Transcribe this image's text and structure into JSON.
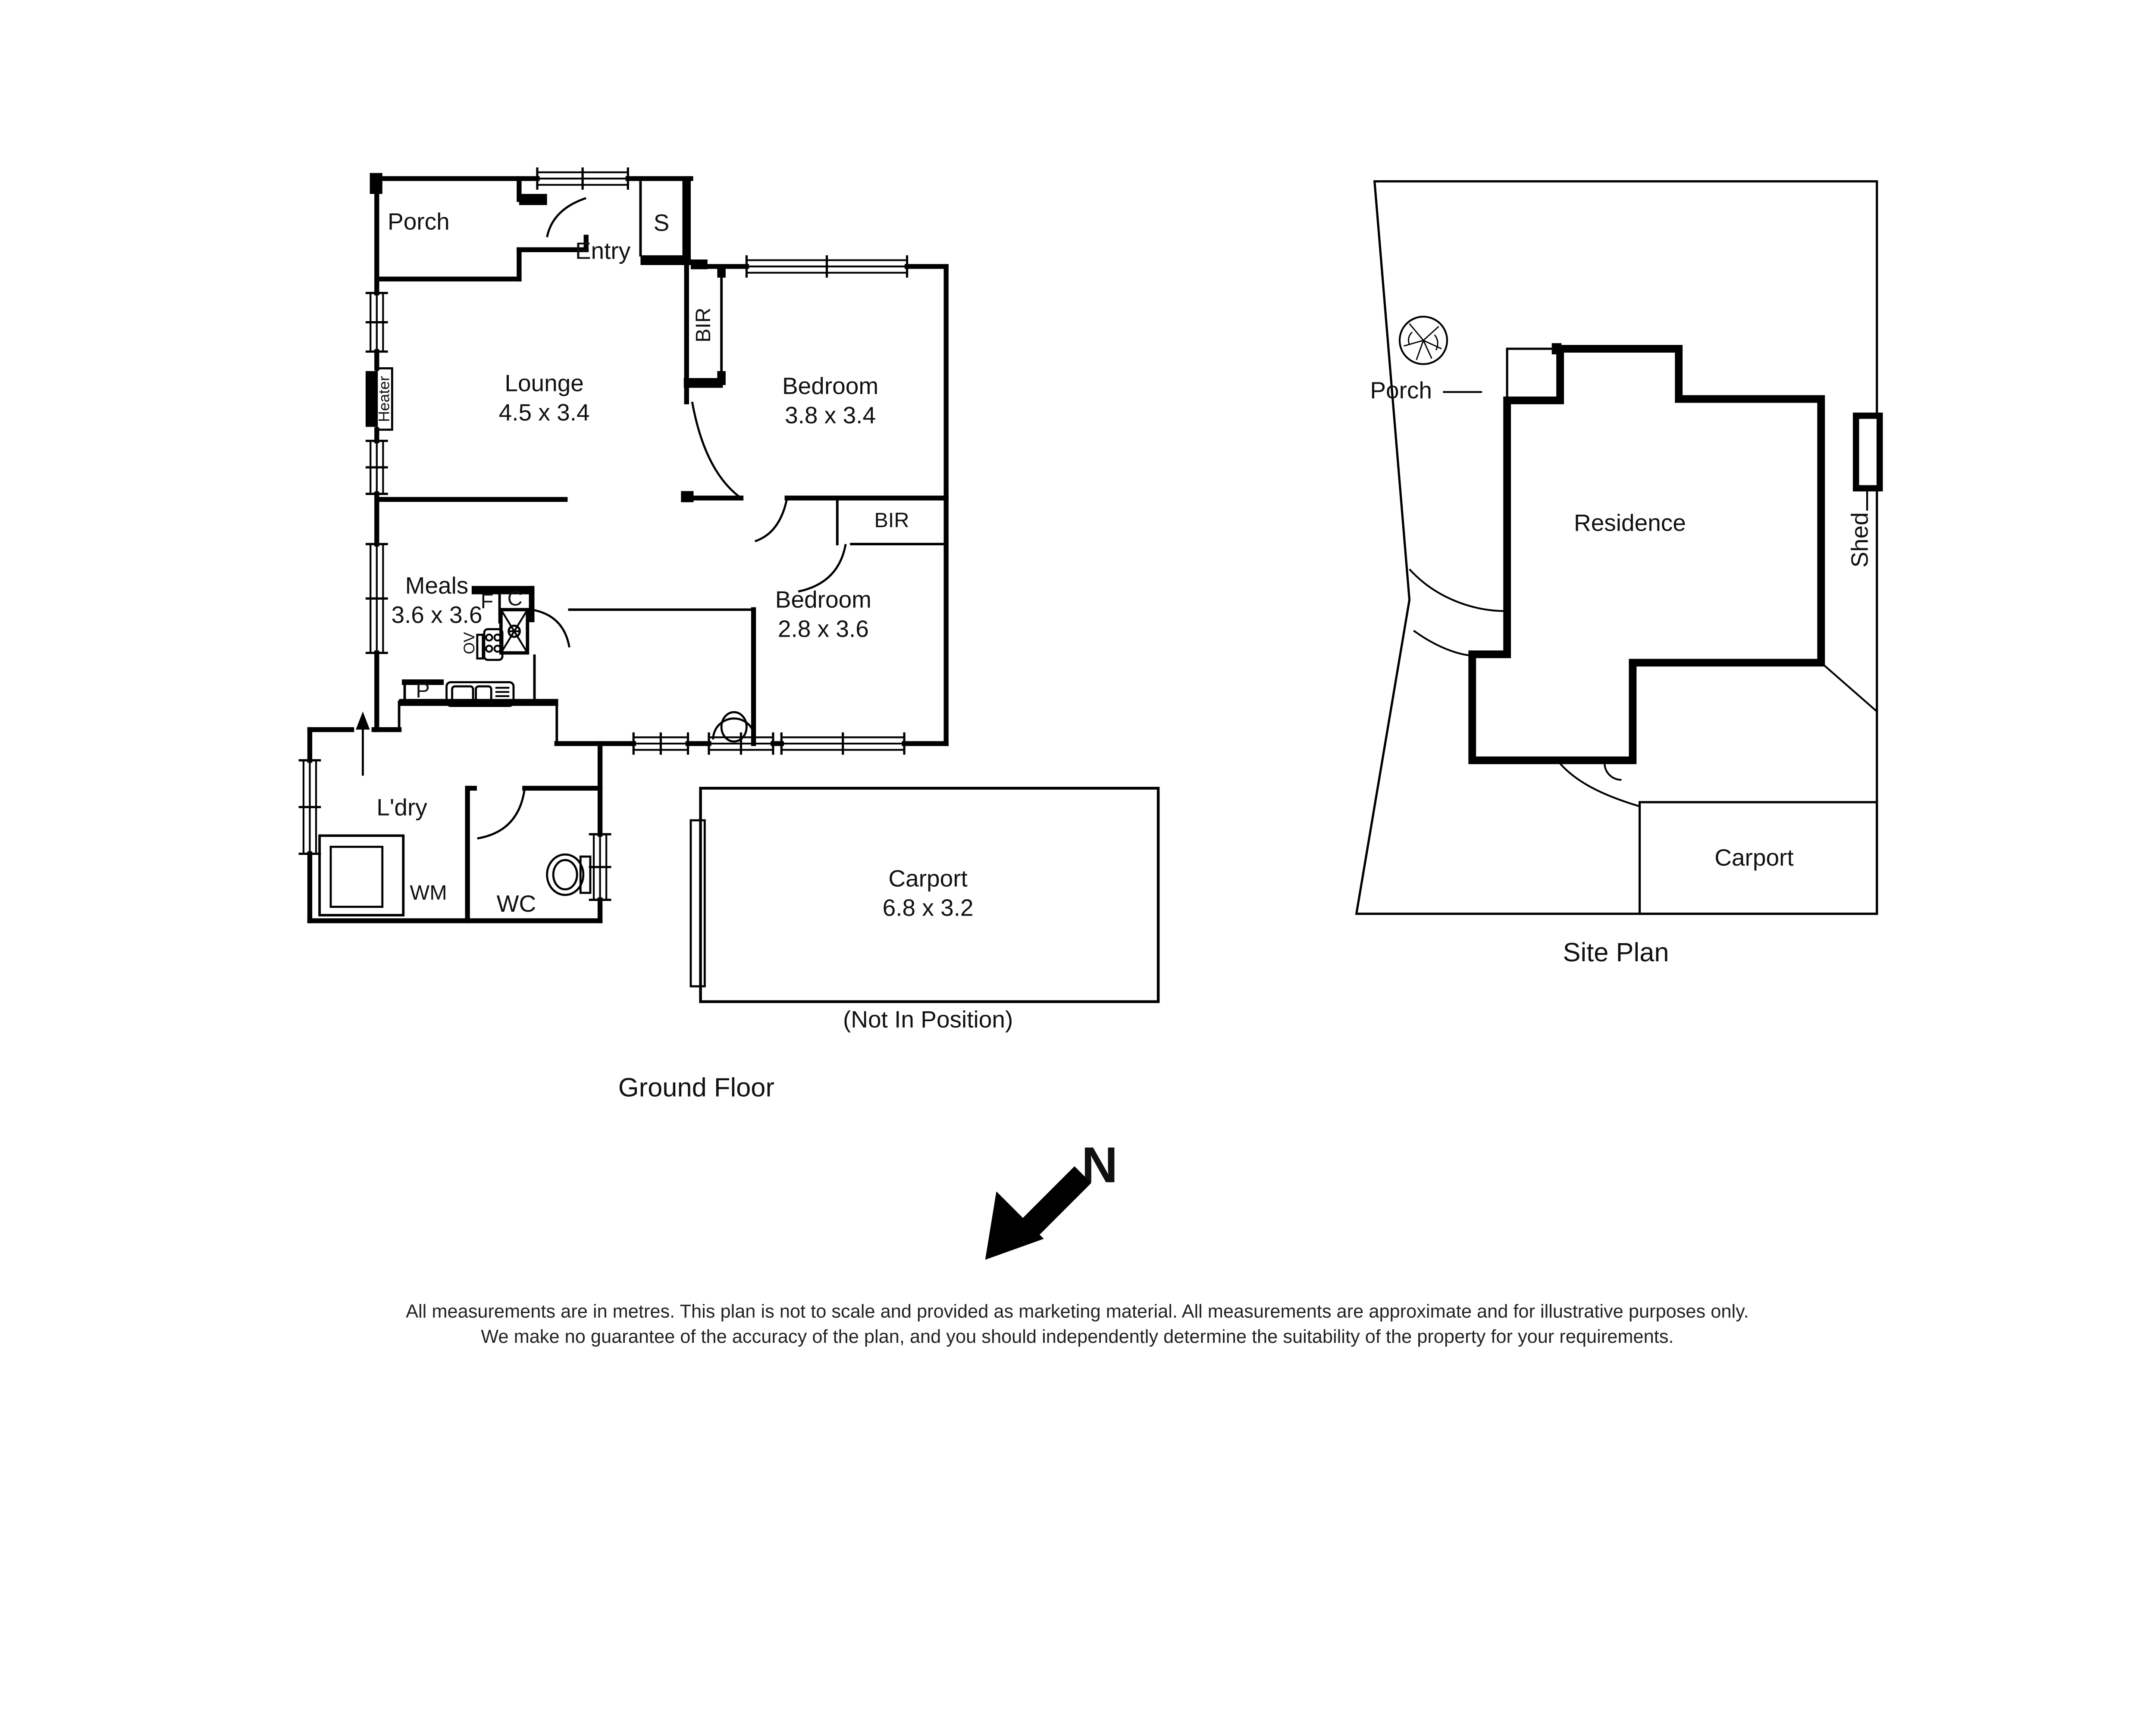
{
  "ground_floor": {
    "title": "Ground Floor",
    "rooms": {
      "porch": "Porch",
      "entry": "Entry",
      "store": "S",
      "lounge": {
        "name": "Lounge",
        "dims": "4.5 x 3.4"
      },
      "heater": "Heater",
      "bir_hall": "BIR",
      "bedroom1": {
        "name": "Bedroom",
        "dims": "3.8 x 3.4"
      },
      "bir_bedroom2": "BIR",
      "meals": {
        "name": "Meals",
        "dims": "3.6 x 3.6"
      },
      "fridge": "F",
      "cupboard": "C",
      "oven": "OV",
      "pantry": "P",
      "bedroom2": {
        "name": "Bedroom",
        "dims": "2.8 x 3.6"
      },
      "laundry": "L'dry",
      "washing_machine": "WM",
      "wc": "WC",
      "carport": {
        "name": "Carport",
        "dims": "6.8 x 3.2"
      },
      "carport_note": "(Not In Position)"
    }
  },
  "compass": {
    "north": "N"
  },
  "site_plan": {
    "title": "Site Plan",
    "labels": {
      "porch": "Porch",
      "residence": "Residence",
      "shed": "Shed",
      "carport": "Carport"
    }
  },
  "disclaimer": {
    "line1": "All measurements are in metres. This plan is not to scale and provided as marketing material. All measurements are approximate and for illustrative purposes only.",
    "line2": "We make no guarantee of the accuracy of the plan, and you should independently determine the suitability of the property for your requirements."
  },
  "colors": {
    "ink": "#000000",
    "background": "#ffffff"
  }
}
